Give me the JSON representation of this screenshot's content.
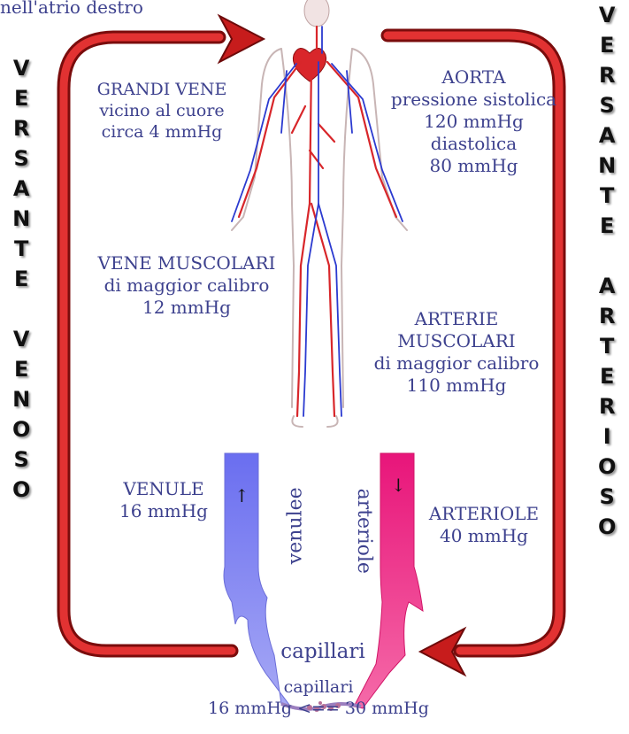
{
  "top_label": "nell'atrio destro",
  "venous_side_letters": [
    "V",
    "E",
    "R",
    "S",
    "A",
    "N",
    "T",
    "E",
    "",
    "V",
    "E",
    "N",
    "O",
    "S",
    "O"
  ],
  "arterial_side_letters": [
    "V",
    "E",
    "R",
    "S",
    "A",
    "N",
    "T",
    "E",
    "",
    "A",
    "R",
    "T",
    "E",
    "R",
    "I",
    "O",
    "S",
    "O"
  ],
  "labels": {
    "great_veins": [
      "GRANDI VENE",
      "vicino al cuore",
      "circa 4 mmHg"
    ],
    "aorta": [
      "AORTA",
      "pressione sistolica",
      "120 mmHg",
      "diastolica",
      "80 mmHg"
    ],
    "muscular_veins": [
      "VENE MUSCOLARI",
      "di maggior calibro",
      "12 mmHg"
    ],
    "muscular_arteries": [
      "ARTERIE MUSCOLARI",
      "di maggior calibro",
      "110 mmHg"
    ],
    "venules": [
      "VENULE",
      "16 mmHg"
    ],
    "arterioles": [
      "ARTERIOLE",
      "40 mmHg"
    ],
    "venulee_vertical": "venulee",
    "arteriole_vertical": "arteriole",
    "capillari_center": "capillari",
    "bottom_caption": [
      "capillari",
      "16 mmHg <== 30 mmHg"
    ],
    "venule_arrow": "↑",
    "arteriole_arrow": "↓"
  },
  "colors": {
    "loop_red": "#d71f1f",
    "vein_blue": "#7c7ff0",
    "artery_pink": "#ea1f7a",
    "text_blue": "#3d418e"
  }
}
